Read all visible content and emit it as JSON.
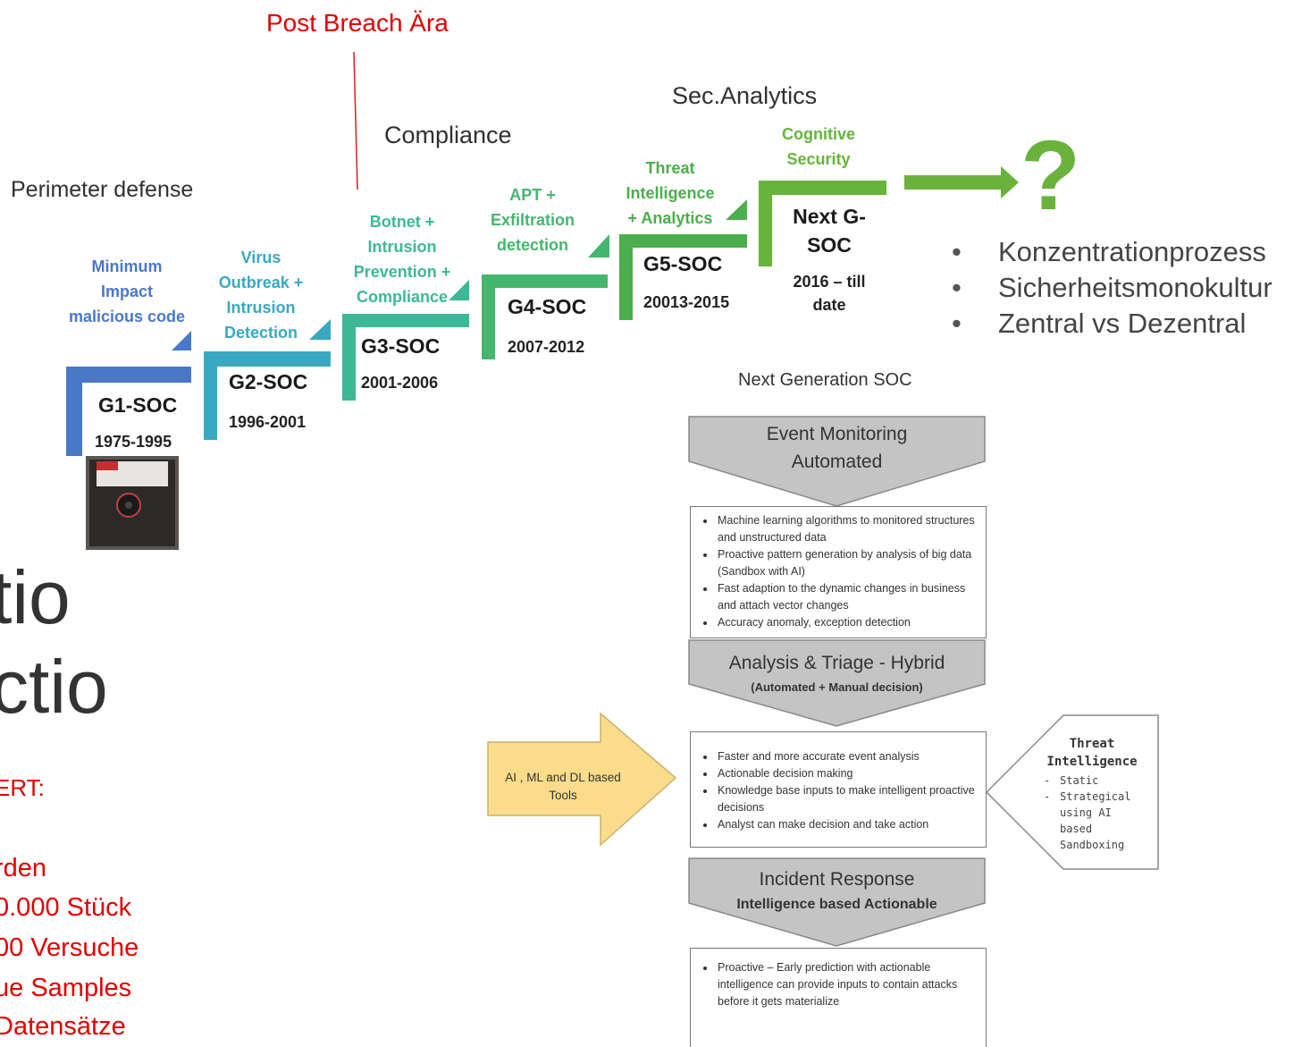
{
  "top_labels": {
    "post_breach": "Post Breach Ära",
    "sec_analytics": "Sec.Analytics",
    "compliance": "Compliance",
    "perimeter": "Perimeter defense"
  },
  "generations": [
    {
      "caption": "Minimum Impact malicious code",
      "name": "G1-SOC",
      "years": "1975-1995"
    },
    {
      "caption": "Virus Outbreak + Intrusion Detection",
      "name": "G2-SOC",
      "years": "1996-2001"
    },
    {
      "caption": "Botnet + Intrusion Prevention + Compliance",
      "name": "G3-SOC",
      "years": "2001-2006"
    },
    {
      "caption": "APT + Exfiltration detection",
      "name": "G4-SOC",
      "years": "2007-2012"
    },
    {
      "caption": "Threat Intelligence + Analytics",
      "name": "G5-SOC",
      "years": "20013-2015"
    },
    {
      "caption": "Cognitive Security",
      "name": "Next G-SOC",
      "years": "2016 – till date"
    }
  ],
  "question_mark": "?",
  "bullets": [
    "Konzentrationprozess",
    "Sicherheitsmonokultur",
    "Zentral vs Dezentral"
  ],
  "big_text": [
    "tio",
    "ctio"
  ],
  "red_lines": [
    "ERT:",
    "rden",
    "0.000 Stück",
    "00 Versuche",
    "ue Samples",
    "Datensätze"
  ],
  "next_gen": {
    "title": "Next Generation SOC",
    "event_header": [
      "Event Monitoring",
      "Automated"
    ],
    "event_items": [
      "Machine learning algorithms to monitored structures and unstructured data",
      "Proactive pattern generation by analysis of big data (Sandbox with AI)",
      "Fast adaption to the dynamic changes in business and attach vector changes",
      "Accuracy anomaly, exception detection"
    ],
    "analysis_header": "Analysis & Triage -  Hybrid",
    "analysis_sub": "(Automated + Manual decision)",
    "analysis_items": [
      "Faster and more accurate event analysis",
      "Actionable decision making",
      "Knowledge base inputs to make intelligent proactive decisions",
      "Analyst can make decision and take action"
    ],
    "ai_tools": "AI , ML and DL based Tools",
    "threat_title": "Threat Intelligence",
    "threat_items": [
      "Static",
      "Strategical using AI based Sandboxing"
    ],
    "incident_header": "Incident Response",
    "incident_sub": "Intelligence based Actionable",
    "incident_items": [
      "Proactive – Early prediction with actionable intelligence can provide inputs to contain attacks before it gets materialize"
    ]
  },
  "colors": {
    "g1": "#4a78c8",
    "g2": "#3aa8c0",
    "g3": "#3cb896",
    "g4": "#44b66e",
    "g5": "#4cae4c",
    "g6": "#66b43a",
    "red": "#e00000",
    "grey_header": "#c4c4c4",
    "yellow": "#fbdc8a"
  }
}
